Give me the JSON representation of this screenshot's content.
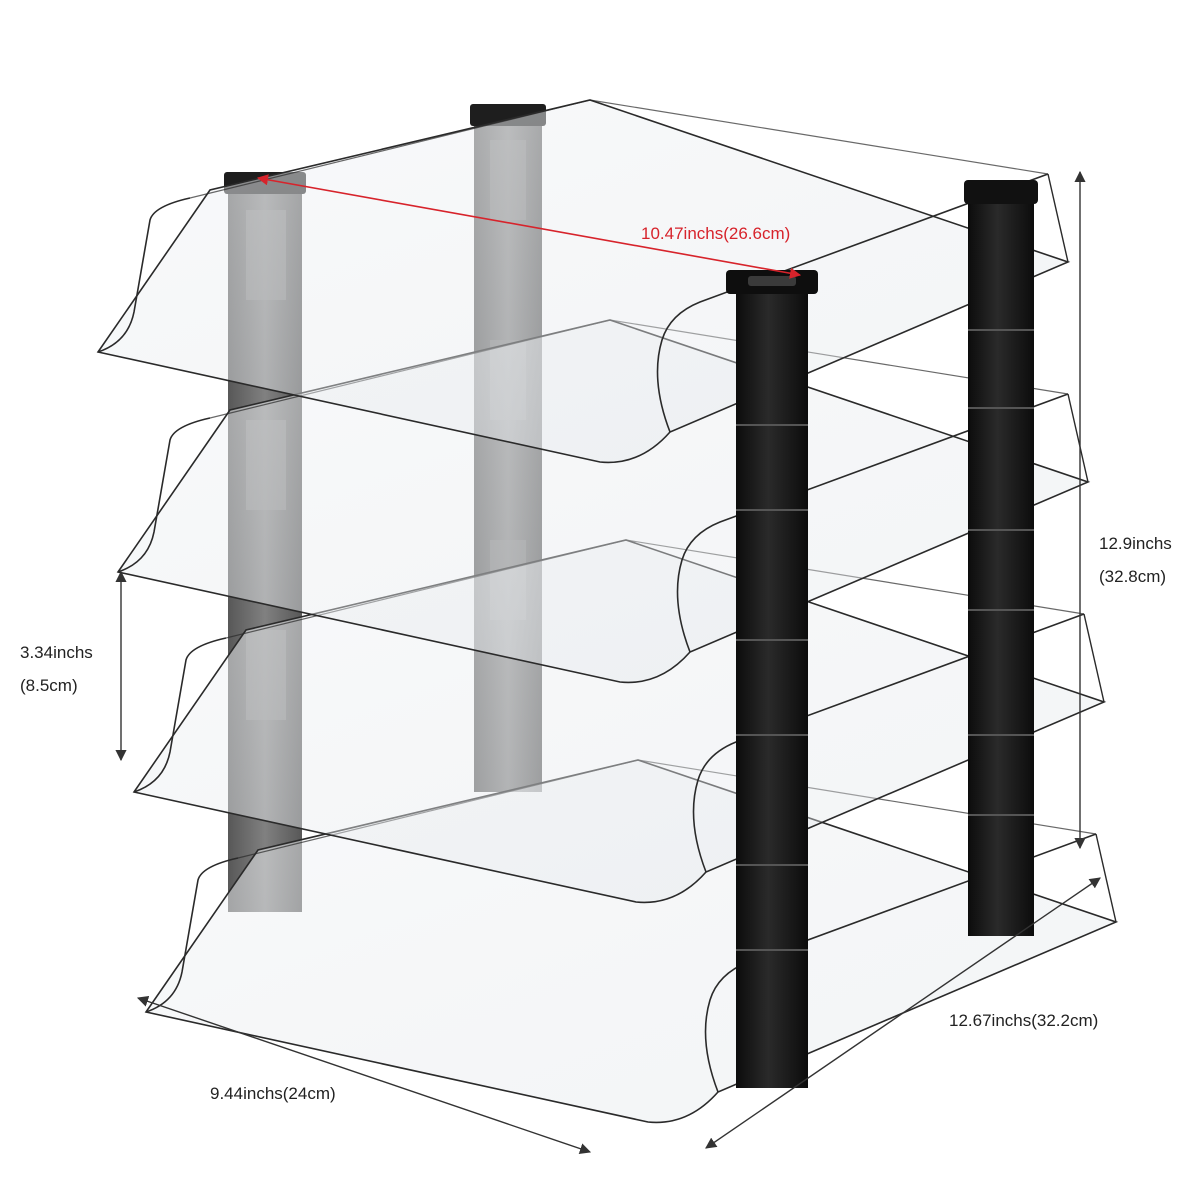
{
  "product": {
    "icon": "letter-tray-organizer-icon",
    "tiers": 4,
    "colors": {
      "background": "#ffffff",
      "acrylic_edge": "#2a2a2a",
      "acrylic_fill": "#eef0f2",
      "post_front": "#141414",
      "post_back": "#4d4d4d",
      "accent_dimension": "#d7232b",
      "dimension_line": "#333333"
    }
  },
  "dimensions": {
    "width_label": "10.47inchs(26.6cm)",
    "height_label_in": "12.9inchs",
    "height_label_cm": "(32.8cm)",
    "gap_label_in": "3.34inchs",
    "gap_label_cm": "(8.5cm)",
    "depth_label": "12.67inchs(32.2cm)",
    "front_label": "9.44inchs(24cm)"
  }
}
